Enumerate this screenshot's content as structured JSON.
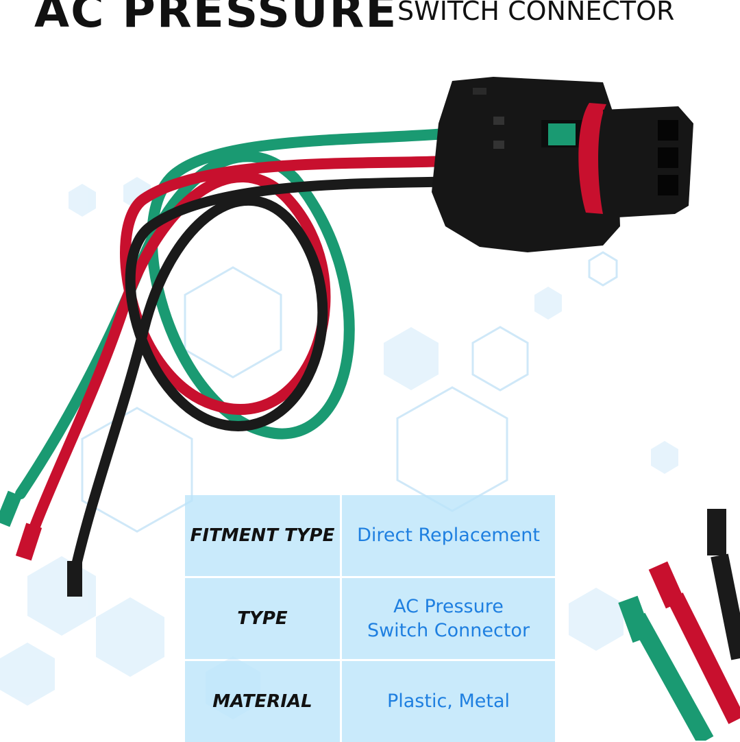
{
  "header": {
    "title": "AC PRESSURE",
    "subtitle": "SWITCH CONNECTOR"
  },
  "specs": [
    {
      "label": "FITMENT TYPE",
      "value": "Direct Replacement"
    },
    {
      "label": "TYPE",
      "value": "AC Pressure\nSwitch Connector"
    },
    {
      "label": "MATERIAL",
      "value": "Plastic, Metal"
    }
  ],
  "colors": {
    "wire_green": "#1a9a72",
    "wire_red": "#c8102e",
    "wire_black": "#1a1a1a",
    "connector": "#161616",
    "value_text": "#1e7fe0",
    "cell_bg": "#bae4fa"
  }
}
